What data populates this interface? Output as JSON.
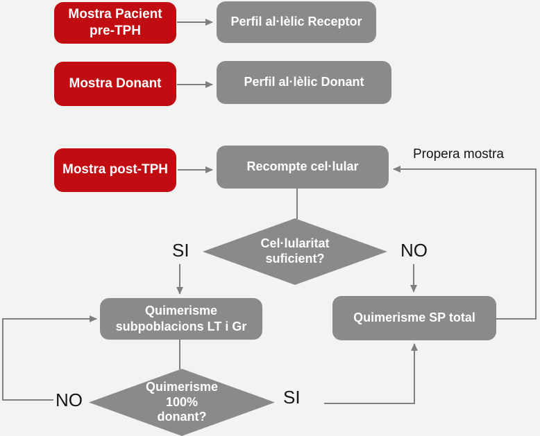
{
  "colors": {
    "red": "#c10d11",
    "gray": "#8a8a8a",
    "line": "#7f7f7f",
    "background": "#f3f3f2",
    "node_text": "#ffffff",
    "label_text": "#151515"
  },
  "nodes": {
    "mostra_pre": {
      "label": "Mostra Pacient\npre-TPH"
    },
    "perfil_receptor": {
      "label": "Perfil al·lèlic Receptor"
    },
    "mostra_donant": {
      "label": "Mostra Donant"
    },
    "perfil_donant": {
      "label": "Perfil al·lèlic Donant"
    },
    "mostra_post": {
      "label": "Mostra post-TPH"
    },
    "recompte": {
      "label": "Recompte cel·lular"
    },
    "celularitat": {
      "label": "Cel·lularitat\nsuficient?"
    },
    "quimerisme_sub": {
      "label": "Quimerisme\nsubpoblacions LT i Gr"
    },
    "quimerisme_sp": {
      "label": "Quimerisme SP total"
    },
    "quimerisme_100": {
      "label": "Quimerisme\n100%\ndonant?"
    }
  },
  "edge_labels": {
    "si_celularitat": "SI",
    "no_celularitat": "NO",
    "propera_mostra": "Propera mostra",
    "no_quimerisme": "NO",
    "si_quimerisme": "SI"
  }
}
